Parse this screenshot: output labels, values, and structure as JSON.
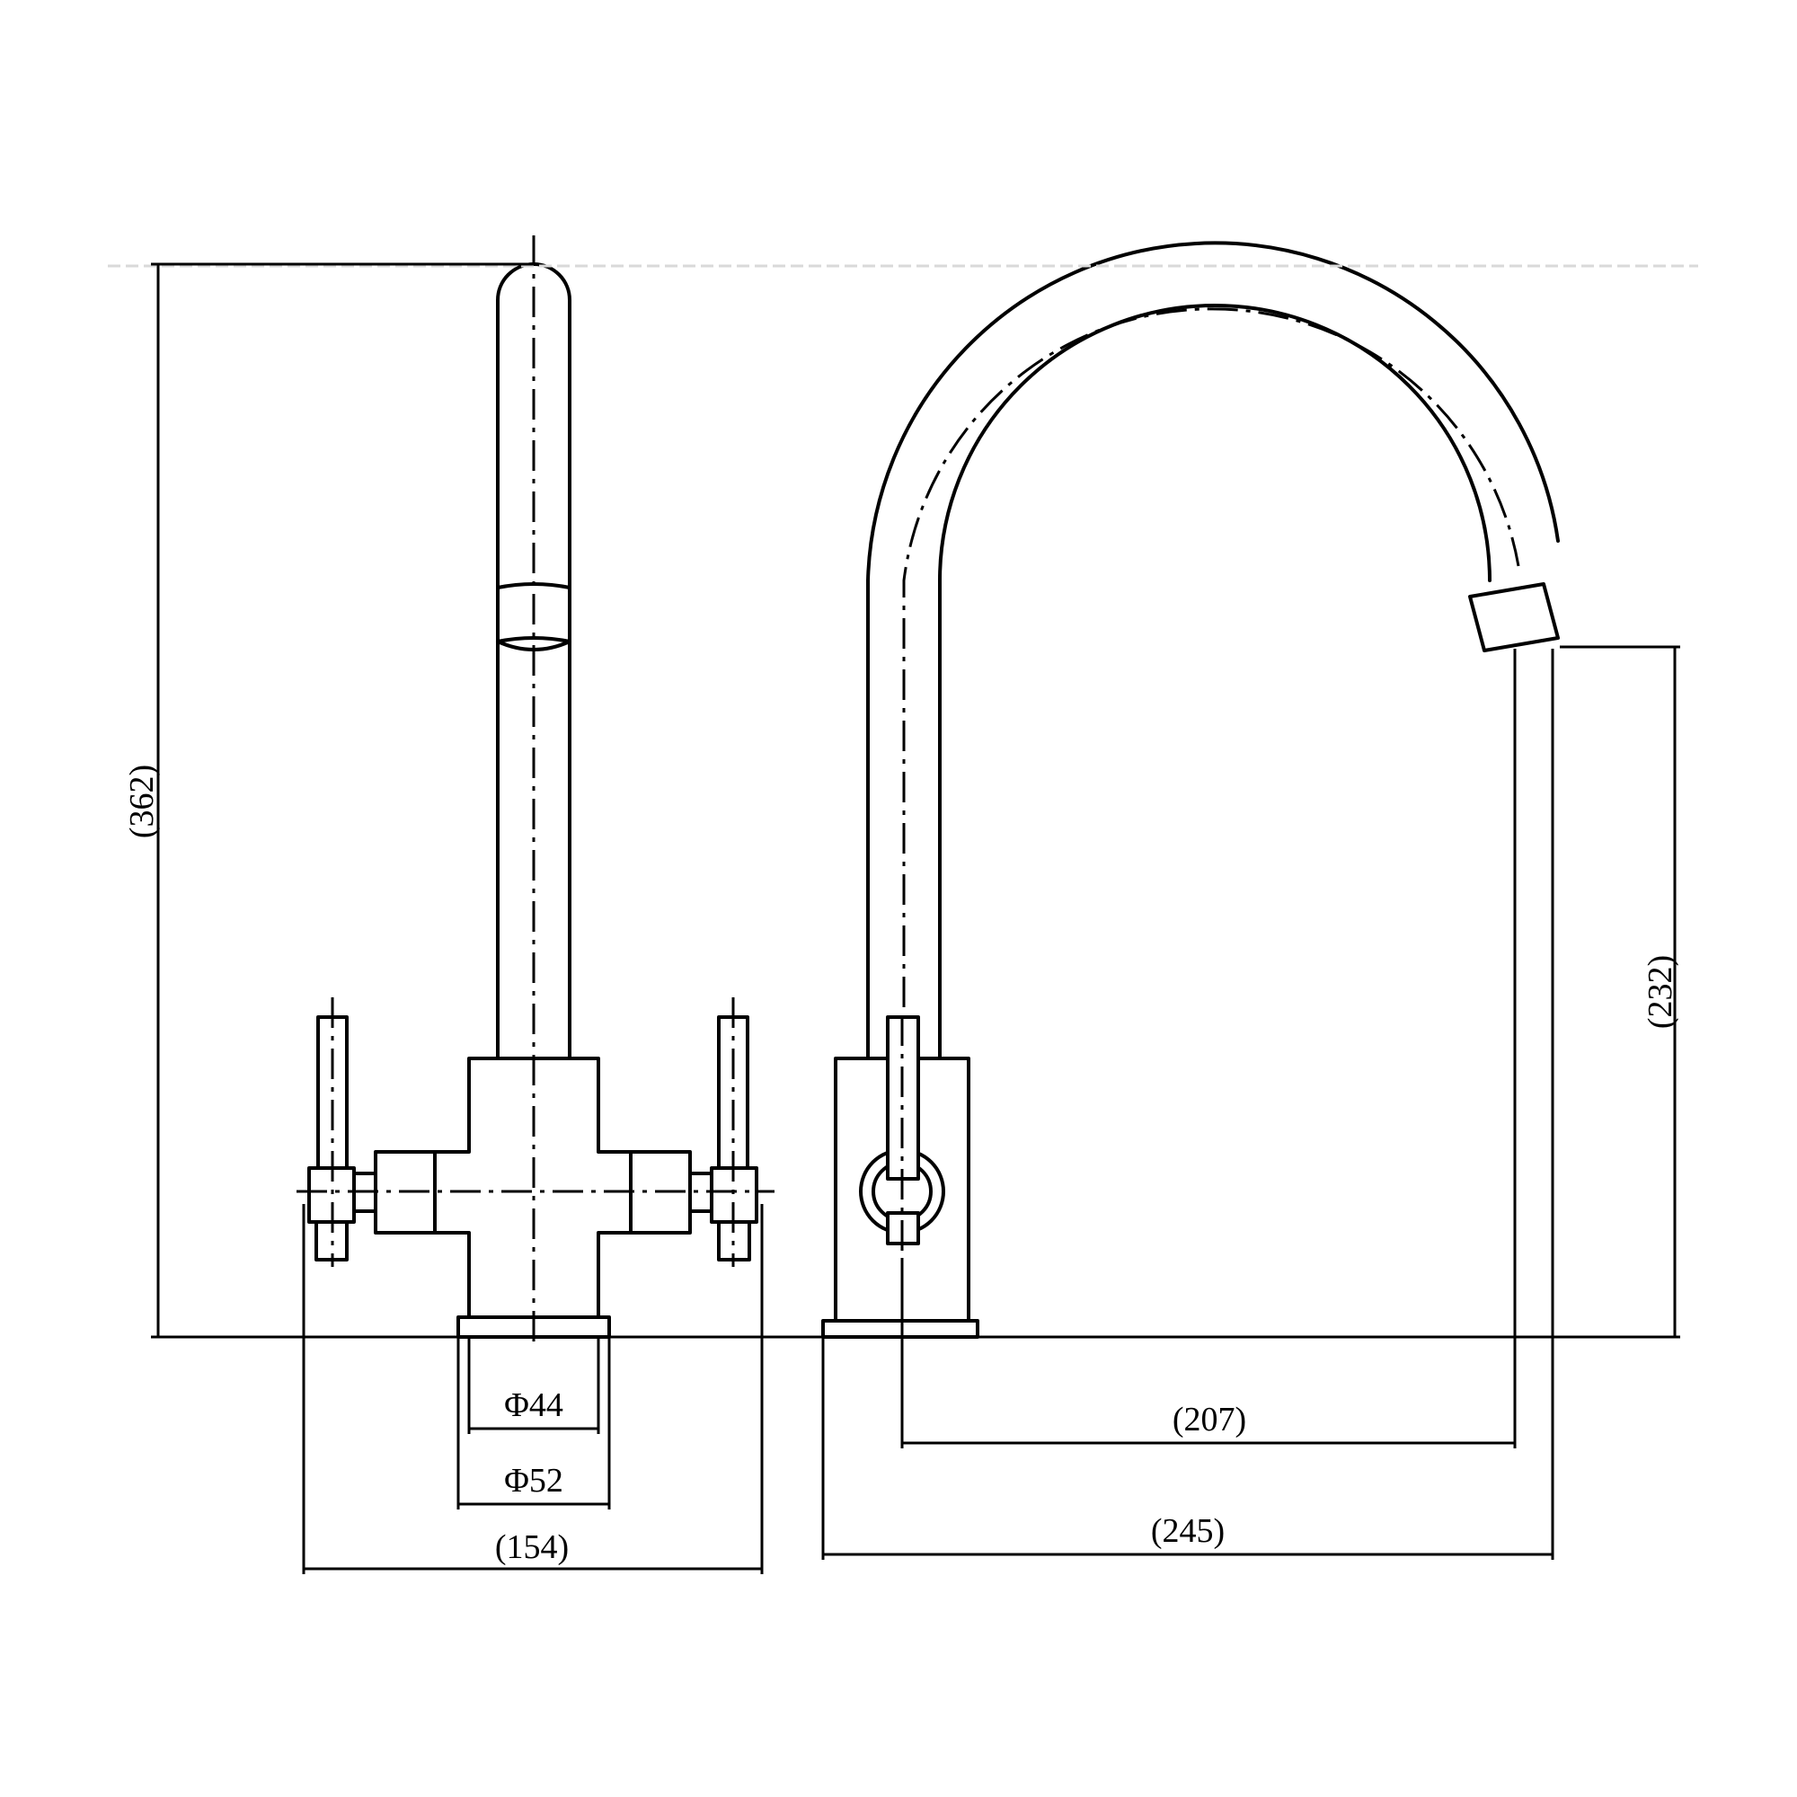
{
  "dimensions": {
    "overall_height": "(362)",
    "spout_height": "(232)",
    "diameter_inner": "Φ44",
    "diameter_outer": "Φ52",
    "handle_span": "(154)",
    "spout_reach": "(207)",
    "overall_depth": "(245)"
  }
}
